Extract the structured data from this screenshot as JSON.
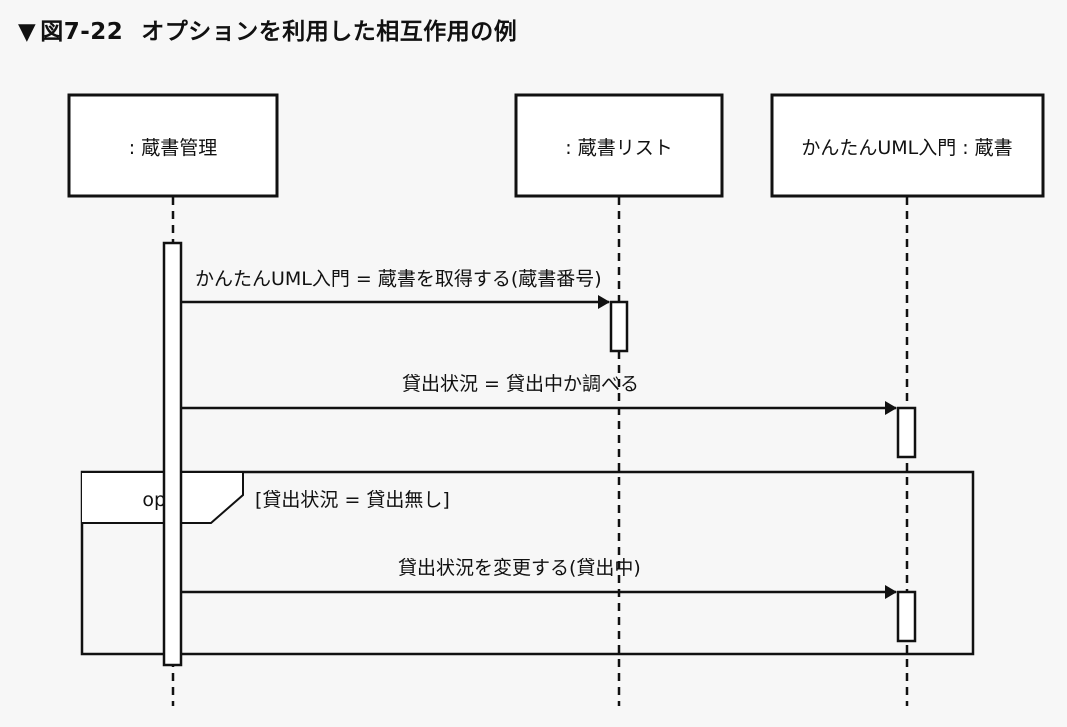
{
  "figure": {
    "marker": "▼",
    "number": "図7-22",
    "title": "オプションを利用した相互作用の例"
  },
  "lifelines": [
    {
      "id": "zosho-kanri",
      "label": ": 蔵書管理"
    },
    {
      "id": "zosho-list",
      "label": ": 蔵書リスト"
    },
    {
      "id": "kantan-uml",
      "label": "かんたんUML入門 : 蔵書"
    }
  ],
  "messages": [
    {
      "label": "かんたんUML入門 = 蔵書を取得する(蔵書番号)",
      "from": "zosho-kanri",
      "to": "zosho-list"
    },
    {
      "label": "貸出状況 = 貸出中か調べる",
      "from": "zosho-kanri",
      "to": "kantan-uml"
    },
    {
      "label": "貸出状況を変更する(貸出中)",
      "from": "zosho-kanri",
      "to": "kantan-uml"
    }
  ],
  "fragment": {
    "operator": "opt",
    "guard": "[貸出状況 = 貸出無し]"
  },
  "colors": {
    "line": "#111111",
    "box_fill": "#ffffff",
    "background": "#f7f7f7"
  }
}
